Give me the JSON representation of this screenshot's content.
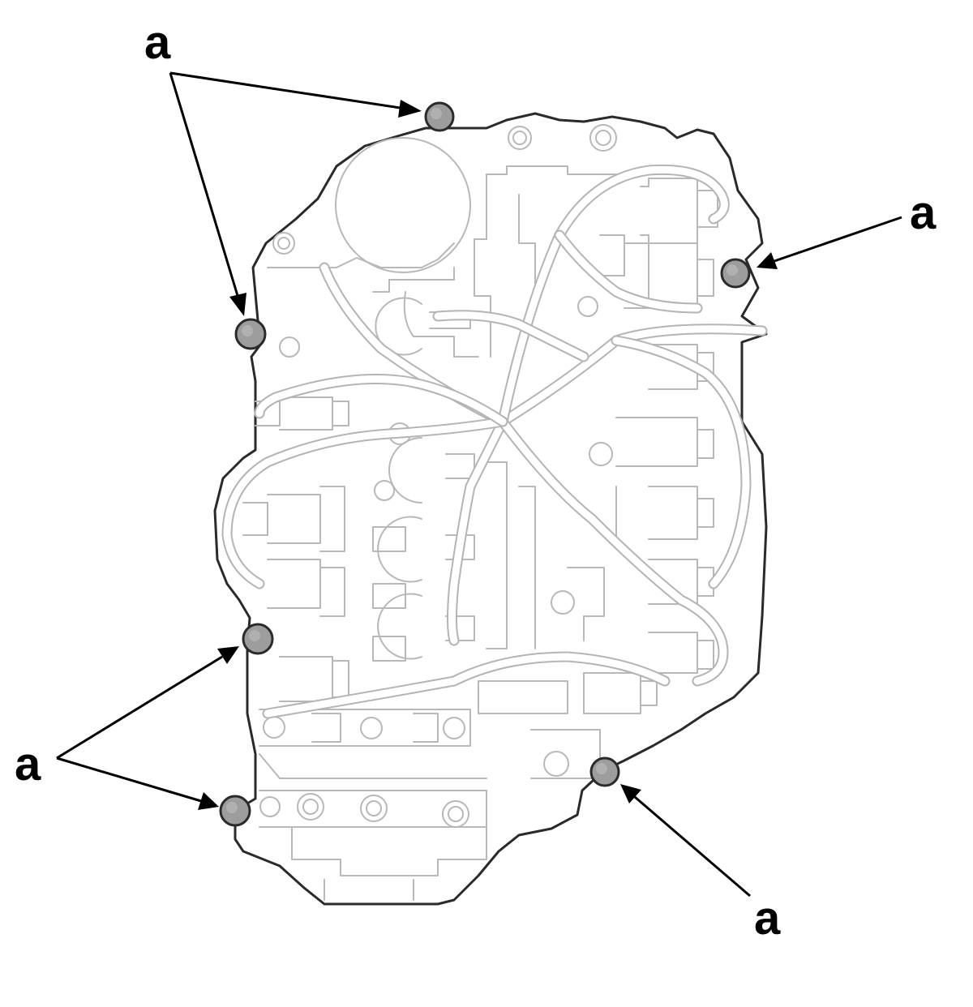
{
  "figure": {
    "callout_letter": "a",
    "callouts": [
      {
        "id": "top-left-group",
        "label": "a",
        "bolts": 2
      },
      {
        "id": "right",
        "label": "a",
        "bolts": 1
      },
      {
        "id": "bottom-left-group",
        "label": "a",
        "bolts": 2
      },
      {
        "id": "bottom-right",
        "label": "a",
        "bolts": 1
      }
    ]
  },
  "colors": {
    "outline": "#2a2a2a",
    "detail_lines": "#b8b8b8",
    "bolt_fill": "#9d9d9d",
    "leader": "#000000"
  }
}
